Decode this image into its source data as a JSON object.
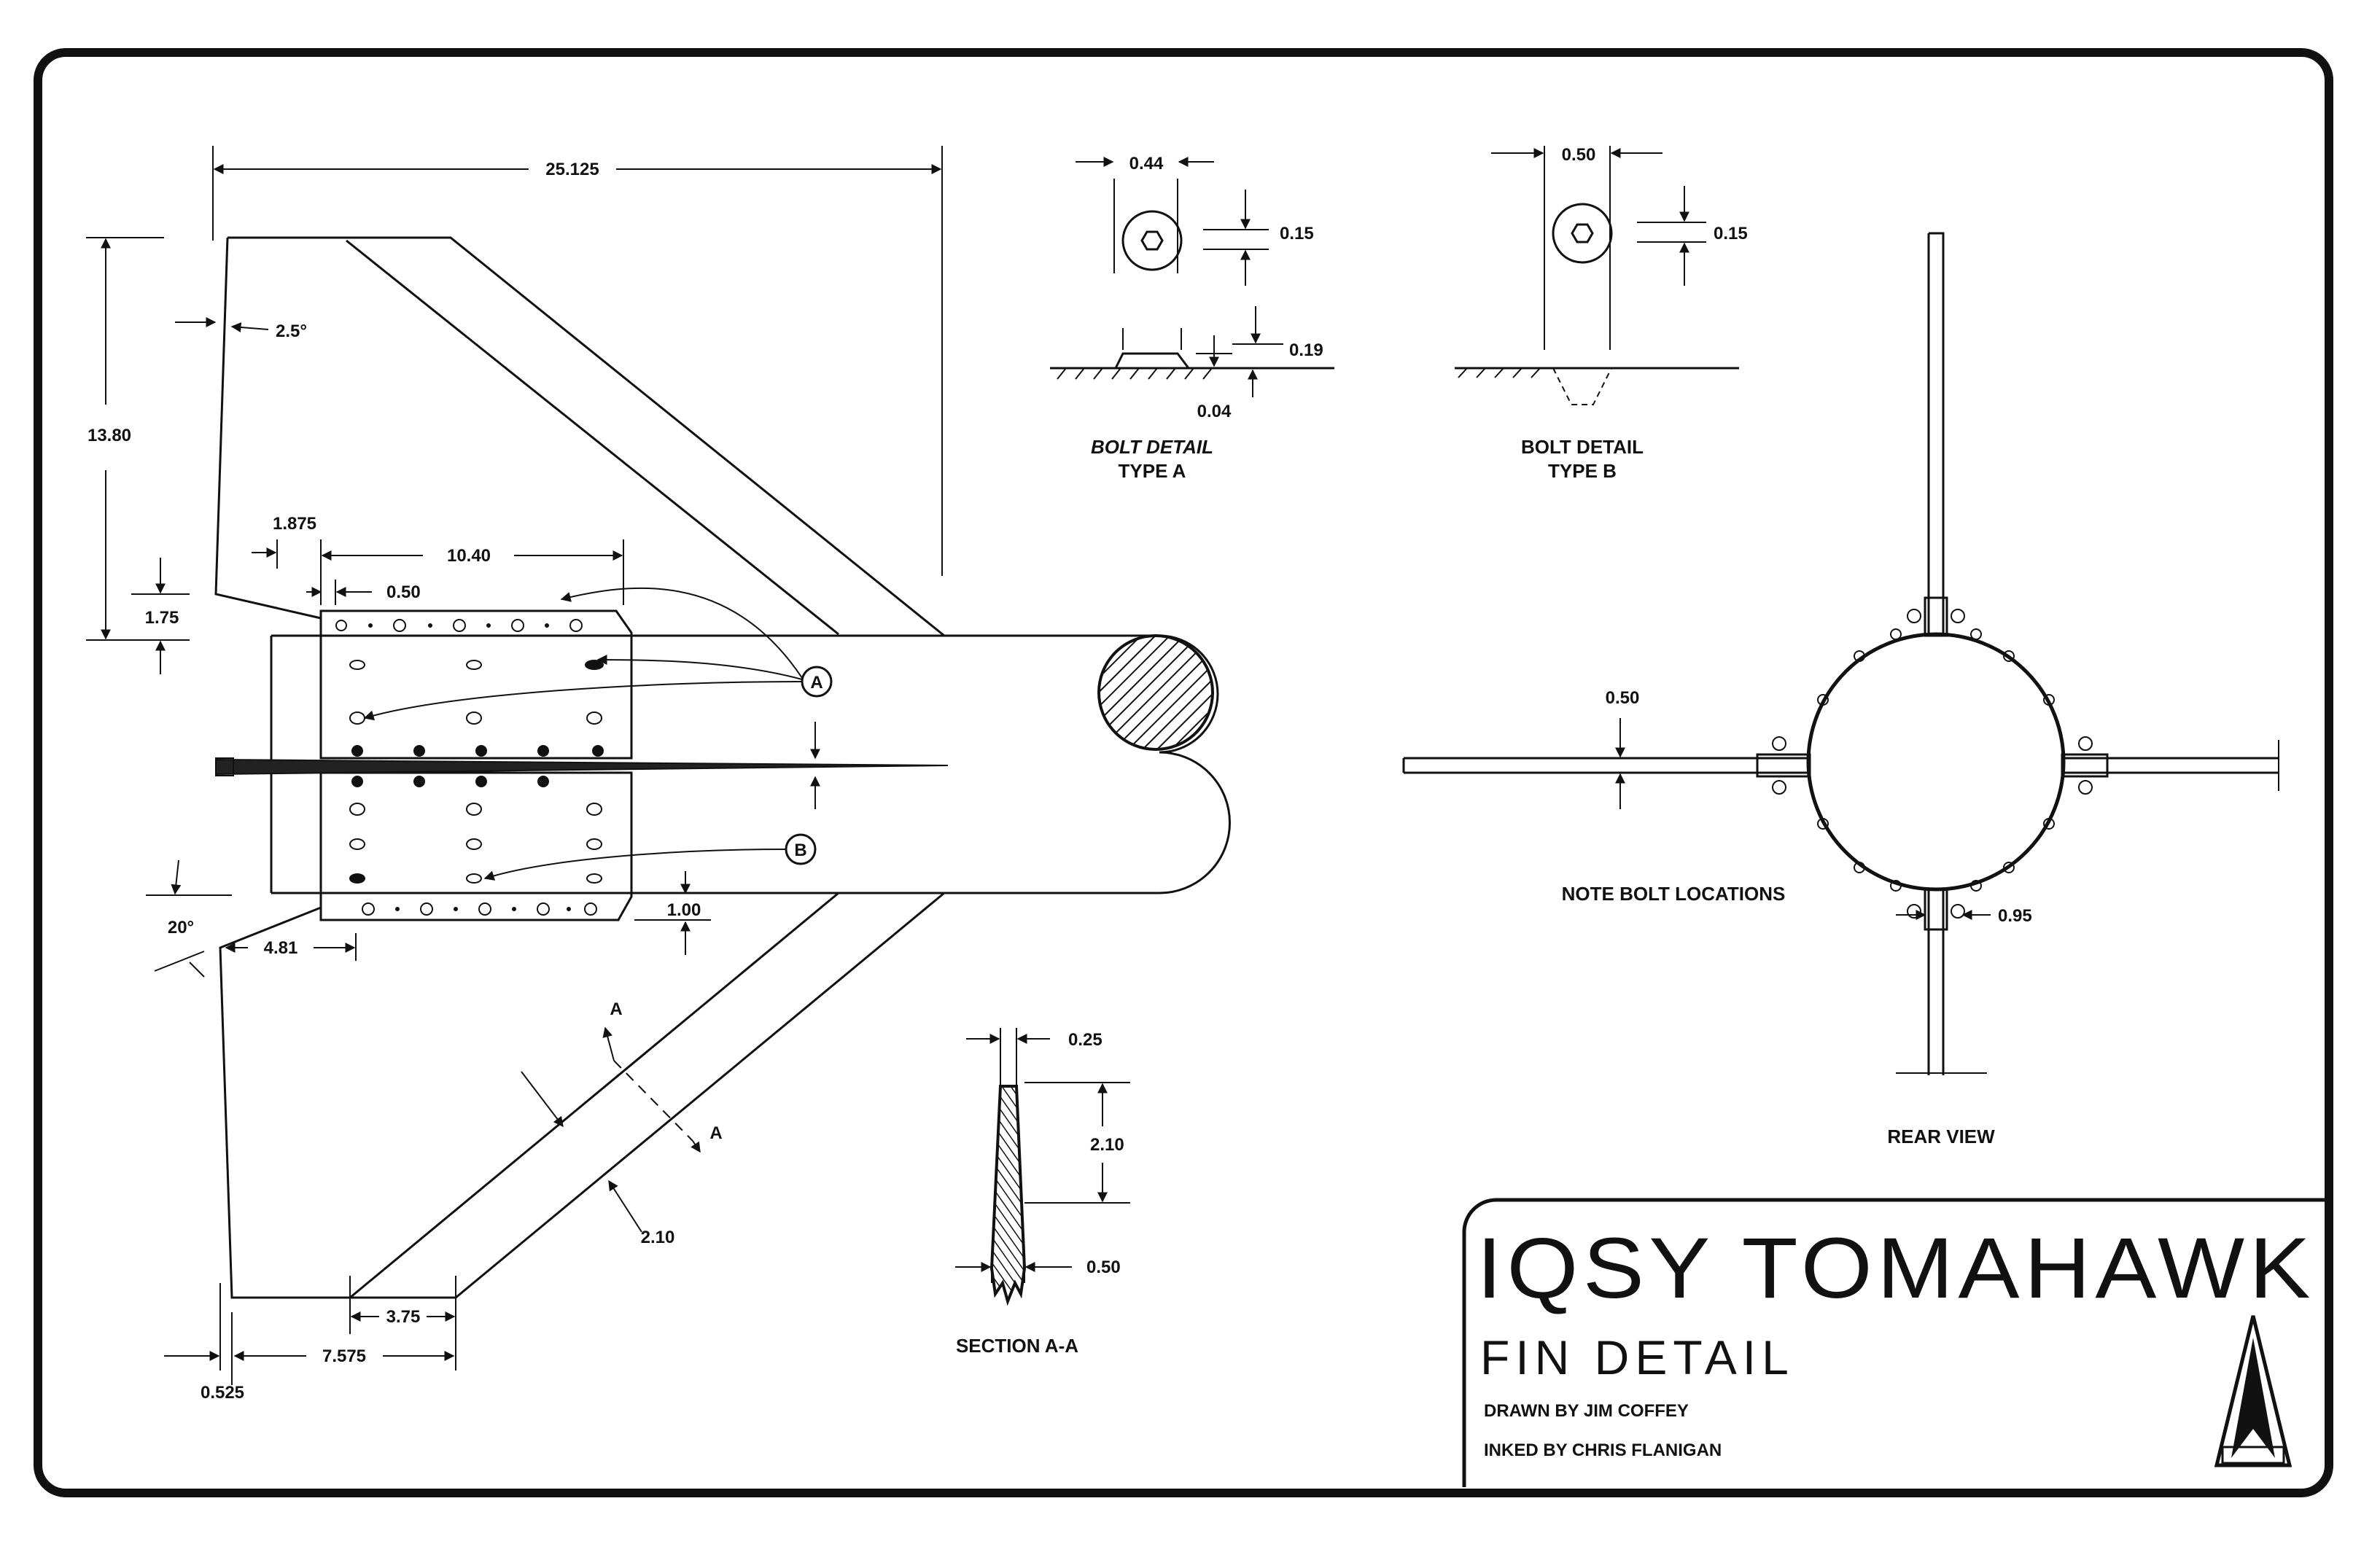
{
  "title_block": {
    "title": "IQSY TOMAHAWK",
    "subtitle": "FIN DETAIL",
    "drawn_by": "DRAWN BY JIM COFFEY",
    "inked_by": "INKED BY CHRIS FLANIGAN",
    "logo_icon": "nar-rocket-logo-icon"
  },
  "fin_plan": {
    "dims": {
      "overall_length": "25.125",
      "span": "13.80",
      "sweep_angle": "2.5°",
      "root_offset": "1.875",
      "mount_length": "10.40",
      "hole_inset": "0.50",
      "tab_height": "1.75",
      "lower_offset": "1.00",
      "lower_angle": "20°",
      "lower_tab": "4.81",
      "tip_offset": "0.525",
      "tip_length": "7.575",
      "tip_chord": "3.75",
      "leading_edge_width": "2.10"
    },
    "callouts": {
      "a": "A",
      "b": "B",
      "section_mark_a1": "A",
      "section_mark_a2": "A"
    }
  },
  "bolt_type_a": {
    "width": "0.44",
    "head": "0.15",
    "height": "0.19",
    "gap": "0.04",
    "caption_line1": "BOLT DETAIL",
    "caption_line2": "TYPE A"
  },
  "bolt_type_b": {
    "width": "0.50",
    "head": "0.15",
    "caption_line1": "BOLT DETAIL",
    "caption_line2": "TYPE B"
  },
  "section_aa": {
    "top_width": "0.25",
    "height": "2.10",
    "bottom_width": "0.50",
    "caption": "SECTION A-A"
  },
  "rear_view": {
    "fin_thickness": "0.50",
    "bolt_offset": "0.95",
    "note": "NOTE BOLT LOCATIONS",
    "caption": "REAR VIEW"
  }
}
